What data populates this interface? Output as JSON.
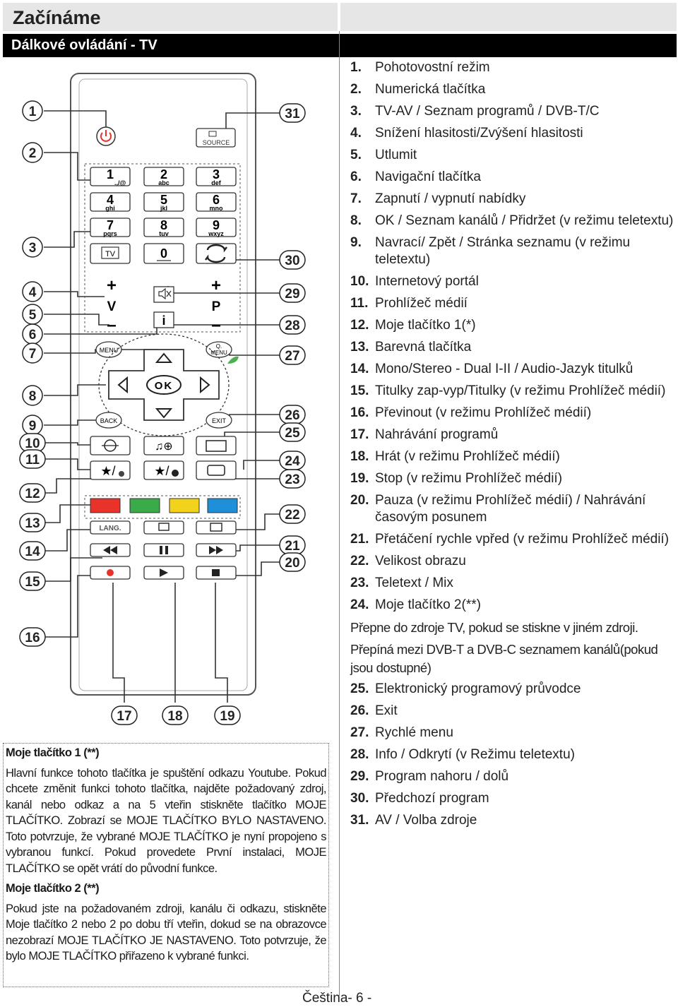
{
  "page": {
    "title": "Začínáme",
    "section": "Dálkové ovládání - TV",
    "footer": "Čeština- 6 -"
  },
  "remote": {
    "callouts_left": [
      "1",
      "2",
      "3",
      "4",
      "5",
      "6",
      "7",
      "8",
      "9",
      "10",
      "11",
      "12",
      "13",
      "14",
      "15",
      "16"
    ],
    "callouts_right": [
      "31",
      "30",
      "29",
      "28",
      "27",
      "26",
      "25",
      "24",
      "23",
      "22",
      "21",
      "20"
    ],
    "callouts_bottom": [
      "17",
      "18",
      "19"
    ],
    "buttons": {
      "source": "SOURCE",
      "digits": [
        {
          "n": "1",
          "l": ".,/@"
        },
        {
          "n": "2",
          "l": "abc"
        },
        {
          "n": "3",
          "l": "def"
        },
        {
          "n": "4",
          "l": "ghi"
        },
        {
          "n": "5",
          "l": "jkl"
        },
        {
          "n": "6",
          "l": "mno"
        },
        {
          "n": "7",
          "l": "pqrs"
        },
        {
          "n": "8",
          "l": "tuv"
        },
        {
          "n": "9",
          "l": "wxyz"
        }
      ],
      "tv": "TV",
      "zero": "0",
      "plus": "+",
      "minus": "–",
      "vol": "V",
      "prog": "P",
      "info": "i",
      "menu": "MENU",
      "qmenu_q": "Q.",
      "qmenu": "MENU",
      "ok": "OK",
      "back": "BACK",
      "exit": "EXIT",
      "lang": "LANG.",
      "colors": {
        "red": "#e8322a",
        "green": "#3bab4a",
        "yellow": "#f2d21b",
        "blue": "#1e8fd8"
      }
    }
  },
  "notes": {
    "h1": "Moje tlačítko 1 (**)",
    "p1": "Hlavní funkce tohoto tlačítka je spuštění odkazu Youtube. Pokud chcete změnit funkci tohoto tlačítka, najděte požadovaný zdroj, kanál nebo odkaz a na 5 vteřin stiskněte tlačítko MOJE TLAČÍTKO. Zobrazí se MOJE TLAČÍTKO BYLO NASTAVENO. Toto potvrzuje, že vybrané MOJE TLAČÍTKO je nyní propojeno s vybranou funkcí. Pokud provedete První instalaci, MOJE TLAČÍTKO se opět vrátí do původní funkce.",
    "h2": "Moje tlačítko 2 (**)",
    "p2": "Pokud jste na požadovaném zdroji, kanálu či odkazu, stiskněte Moje tlačítko 2 nebo 2 po dobu tří vteřin, dokud se na obrazovce nezobrazí MOJE TLAČÍTKO JE NASTAVENO. Toto potvrzuje, že bylo MOJE TLAČÍTKO přiřazeno k vybrané funkci."
  },
  "list": {
    "items_a": [
      {
        "n": "1.",
        "t": "Pohotovostní režim"
      },
      {
        "n": "2.",
        "t": "Numerická tlačítka"
      },
      {
        "n": "3.",
        "t": "TV-AV / Seznam programů / DVB-T/C"
      },
      {
        "n": "4.",
        "t": "Snížení hlasitosti/Zvýšení hlasitosti"
      },
      {
        "n": "5.",
        "t": "Utlumit"
      },
      {
        "n": "6.",
        "t": "Navigační tlačítka"
      },
      {
        "n": "7.",
        "t": "Zapnutí / vypnutí nabídky"
      },
      {
        "n": "8.",
        "t": "OK / Seznam kanálů / Přidržet (v režimu teletextu)"
      },
      {
        "n": "9.",
        "t": "Navrací/ Zpět / Stránka seznamu (v režimu teletextu)"
      },
      {
        "n": "10.",
        "t": "Internetový portál"
      },
      {
        "n": "11.",
        "t": "Prohlížeč médií"
      },
      {
        "n": "12.",
        "t": "Moje tlačítko 1(*)"
      },
      {
        "n": "13.",
        "t": "Barevná tlačítka"
      },
      {
        "n": "14.",
        "t": "Mono/Stereo - Dual I-II / Audio-Jazyk titulků"
      },
      {
        "n": "15.",
        "t": "Titulky zap-vyp/Titulky (v režimu Prohlížeč médií)"
      },
      {
        "n": "16.",
        "t": "Převinout (v režimu Prohlížeč médií)"
      },
      {
        "n": "17.",
        "t": "Nahrávání programů"
      },
      {
        "n": "18.",
        "t": "Hrát (v režimu Prohlížeč médií)"
      },
      {
        "n": "19.",
        "t": "Stop (v režimu Prohlížeč médií)"
      },
      {
        "n": "20.",
        "t": "Pauza (v režimu Prohlížeč médií) / Nahrávání časovým posunem"
      },
      {
        "n": "21.",
        "t": "Přetáčení rychle vpřed (v režimu Prohlížeč médií)"
      },
      {
        "n": "22.",
        "t": "Velikost obrazu"
      },
      {
        "n": "23.",
        "t": "Teletext / Mix"
      },
      {
        "n": "24.",
        "t": "Moje tlačítko 2(**)"
      }
    ],
    "extra_1": "Přepne do zdroje TV, pokud se stiskne v jiném zdroji.",
    "extra_2": "Přepíná mezi DVB-T a DVB-C seznamem kanálů(pokud jsou dostupné)",
    "items_b": [
      {
        "n": "25.",
        "t": "Elektronický programový průvodce"
      },
      {
        "n": "26.",
        "t": "Exit"
      },
      {
        "n": "27.",
        "t": "Rychlé menu"
      },
      {
        "n": "28.",
        "t": "Info / Odkrytí (v Režimu teletextu)"
      },
      {
        "n": "29.",
        "t": "Program nahoru / dolů"
      },
      {
        "n": "30.",
        "t": "Předchozí program"
      },
      {
        "n": "31.",
        "t": "AV / Volba zdroje"
      }
    ]
  }
}
